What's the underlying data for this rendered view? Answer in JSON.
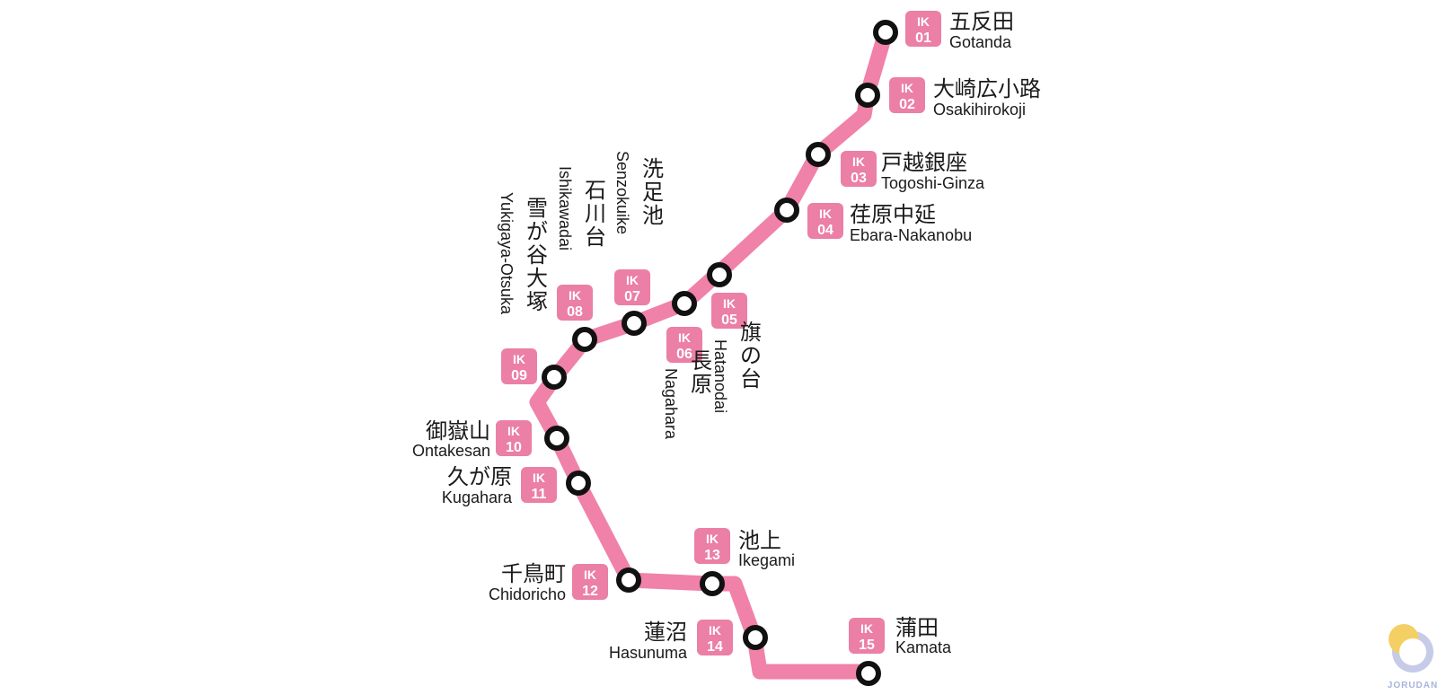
{
  "line": {
    "color": "#f081a8",
    "badge_color": "#eb7fa5",
    "station_fill": "#ffffff",
    "station_stroke": "#111111"
  },
  "stations": [
    {
      "code_prefix": "IK",
      "code_num": "01",
      "ja": "五反田",
      "en": "Gotanda"
    },
    {
      "code_prefix": "IK",
      "code_num": "02",
      "ja": "大崎広小路",
      "en": "Osakihirokoji"
    },
    {
      "code_prefix": "IK",
      "code_num": "03",
      "ja": "戸越銀座",
      "en": "Togoshi-Ginza"
    },
    {
      "code_prefix": "IK",
      "code_num": "04",
      "ja": "荏原中延",
      "en": "Ebara-Nakanobu"
    },
    {
      "code_prefix": "IK",
      "code_num": "05",
      "ja": "旗の台",
      "en": "Hatanodai"
    },
    {
      "code_prefix": "IK",
      "code_num": "06",
      "ja": "長原",
      "en": "Nagahara"
    },
    {
      "code_prefix": "IK",
      "code_num": "07",
      "ja": "洗足池",
      "en": "Senzokuike"
    },
    {
      "code_prefix": "IK",
      "code_num": "08",
      "ja": "石川台",
      "en": "Ishikawadai"
    },
    {
      "code_prefix": "IK",
      "code_num": "09",
      "ja": "雪が谷大塚",
      "en": "Yukigaya-Otsuka"
    },
    {
      "code_prefix": "IK",
      "code_num": "10",
      "ja": "御嶽山",
      "en": "Ontakesan"
    },
    {
      "code_prefix": "IK",
      "code_num": "11",
      "ja": "久が原",
      "en": "Kugahara"
    },
    {
      "code_prefix": "IK",
      "code_num": "12",
      "ja": "千鳥町",
      "en": "Chidoricho"
    },
    {
      "code_prefix": "IK",
      "code_num": "13",
      "ja": "池上",
      "en": "Ikegami"
    },
    {
      "code_prefix": "IK",
      "code_num": "14",
      "ja": "蓮沼",
      "en": "Hasunuma"
    },
    {
      "code_prefix": "IK",
      "code_num": "15",
      "ja": "蒲田",
      "en": "Kamata"
    }
  ],
  "logo": {
    "text": "JORUDAN",
    "icon": "moon-logo-icon"
  }
}
